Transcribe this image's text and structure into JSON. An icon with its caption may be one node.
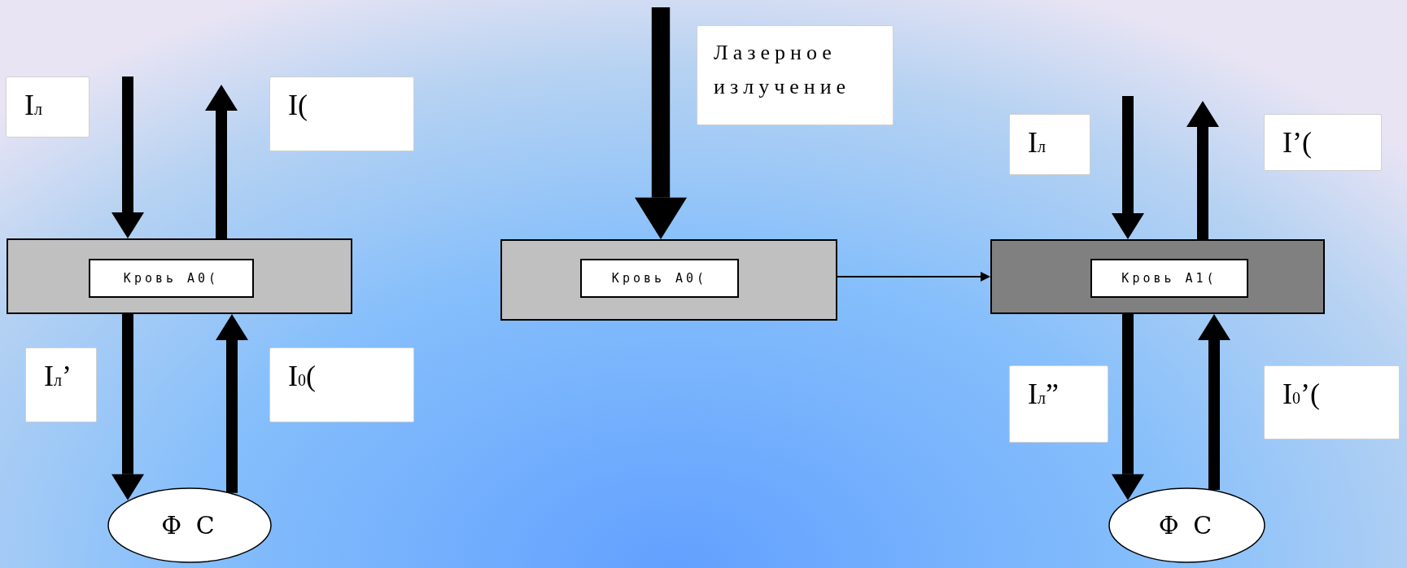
{
  "diagram": {
    "nodes": [
      {
        "text": [
          "I$_{л}$"
        ]
      },
      {
        "text": [
          "I("
        ]
      },
      {
        "text": [],
        "shape": "box"
      },
      {
        "text": [
          "Кровь A0("
        ],
        "in": 2
      },
      {
        "text": [
          "I$_{л}$’"
        ]
      },
      {
        "text": [
          "I$_{0}$("
        ]
      },
      {
        "text": [
          "Ф С"
        ]
      },
      {
        "text": [
          "Лазерное излучение"
        ]
      },
      {
        "text": [],
        "shape": "box"
      },
      {
        "text": [
          "Кровь A0("
        ],
        "in": 8
      },
      {
        "text": [
          "I$_{л}$"
        ]
      },
      {
        "text": [
          "I’("
        ]
      },
      {
        "text": [],
        "shape": "box"
      },
      {
        "text": [
          "Кровь A1("
        ],
        "in": 12
      },
      {
        "text": [
          "I$_{л}$”"
        ]
      },
      {
        "text": [
          "I$_{0}$’("
        ]
      },
      {
        "text": [
          "Ф С"
        ]
      }
    ],
    "edges": [
      {
        "from": null,
        "to": 2,
        "arrow": "to"
      },
      {
        "from": 2,
        "to": 1,
        "arrow": "to"
      },
      {
        "from": 2,
        "to": 6,
        "arrow": "to"
      },
      {
        "from": 6,
        "to": 2,
        "arrow": "to"
      },
      {
        "from": null,
        "to": 8,
        "arrow": "to"
      },
      {
        "from": 8,
        "to": 12,
        "arrow": "to"
      },
      {
        "from": null,
        "to": 12,
        "arrow": "to"
      },
      {
        "from": 12,
        "to": 11,
        "arrow": "to"
      },
      {
        "from": 12,
        "to": 16,
        "arrow": "to"
      },
      {
        "from": 16,
        "to": 12,
        "arrow": "to"
      }
    ]
  }
}
